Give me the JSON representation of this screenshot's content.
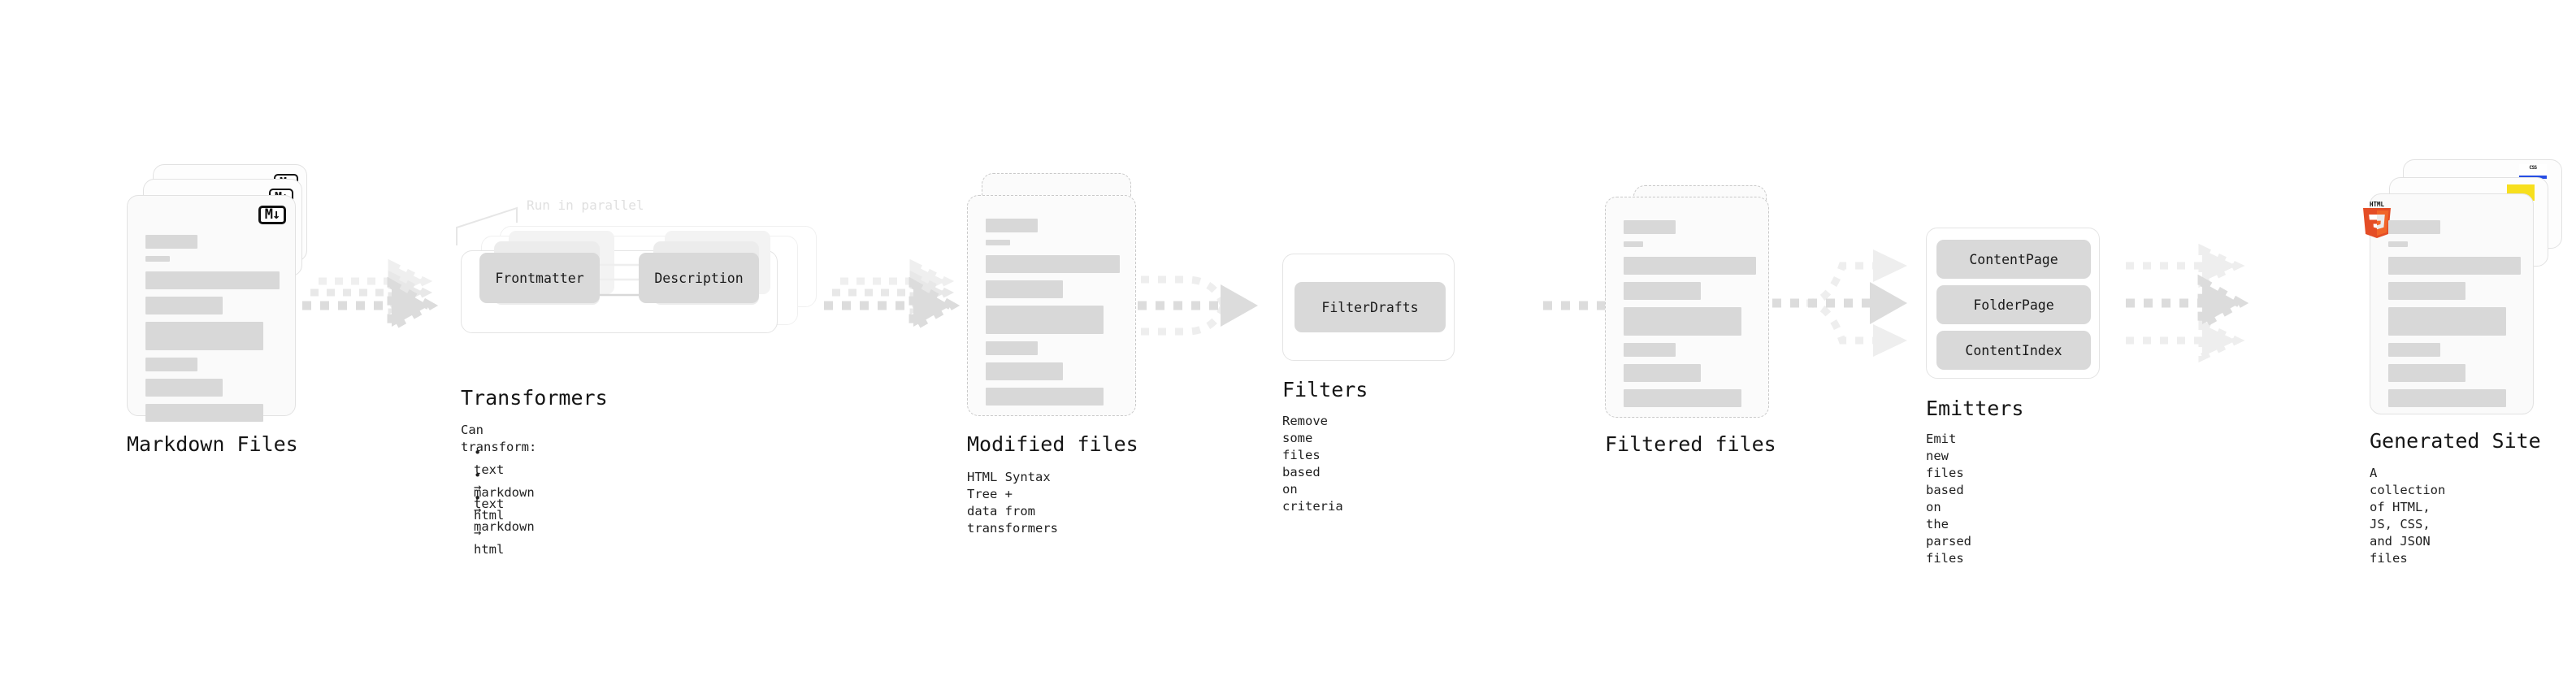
{
  "diagram": {
    "title_hidden": "",
    "palette": {
      "bar": "#d8d8d8",
      "card_bg": "#fafafa",
      "card_border": "#e2e2e2",
      "chip": "#d9d9d9",
      "arrow": "#d6d6d6",
      "arrow_light": "#ececec",
      "text": "#151515",
      "ghost_text": "#e0e0e0",
      "html5_orange": "#e44d26",
      "html5_orange_light": "#f16529",
      "js_yellow": "#f7df1e",
      "css_blue": "#264de4"
    }
  },
  "stages": [
    {
      "id": "markdown-files",
      "title": "Markdown Files",
      "subtitle": "",
      "badge": "markdown-badge",
      "badge_text": "M",
      "badge_arrow": "↓",
      "card_count": 3,
      "card_style": "solid"
    },
    {
      "id": "transformers",
      "title": "Transformers",
      "subtitle": "Can transform:",
      "annotation": "Run in parallel",
      "bullets": [
        "• text → text",
        "• markdown → markdown",
        "• html → html"
      ],
      "chips": [
        "Frontmatter",
        "Description"
      ],
      "layer_count": 3
    },
    {
      "id": "modified-files",
      "title": "Modified files",
      "subtitle": "HTML Syntax Tree +\ndata from transformers",
      "card_count": 2,
      "card_style": "dashed"
    },
    {
      "id": "filters",
      "title": "Filters",
      "subtitle": "Remove some files based\non criteria",
      "chips": [
        "FilterDrafts"
      ]
    },
    {
      "id": "filtered-files",
      "title": "Filtered files",
      "subtitle": "",
      "card_count": 2,
      "card_style": "dashed"
    },
    {
      "id": "emitters",
      "title": "Emitters",
      "subtitle": "Emit new files based on\nthe parsed files",
      "chips": [
        "ContentPage",
        "FolderPage",
        "ContentIndex"
      ]
    },
    {
      "id": "generated-site",
      "title": "Generated Site",
      "subtitle": "A collection of HTML,\nJS, CSS, and JSON files",
      "badges": [
        "html5-badge",
        "js-badge",
        "css-badge"
      ],
      "badge_labels": {
        "html5": "HTML",
        "css": "CSS"
      },
      "card_count": 3,
      "card_style": "solid"
    }
  ],
  "connectors": [
    {
      "id": "conn-markdown-transformers",
      "type": "bundle-3",
      "from": "markdown-files",
      "to": "transformers"
    },
    {
      "id": "conn-transformers-modified",
      "type": "bundle-3",
      "from": "transformers",
      "to": "modified-files"
    },
    {
      "id": "conn-modified-filters",
      "type": "merge-3to1",
      "from": "modified-files",
      "to": "filters"
    },
    {
      "id": "conn-filters-filtered",
      "type": "single",
      "from": "filters",
      "to": "filtered-files"
    },
    {
      "id": "conn-filtered-emitters",
      "type": "split-1to3",
      "from": "filtered-files",
      "to": "emitters"
    },
    {
      "id": "conn-emitters-site",
      "type": "triple",
      "from": "emitters",
      "to": "generated-site"
    }
  ]
}
